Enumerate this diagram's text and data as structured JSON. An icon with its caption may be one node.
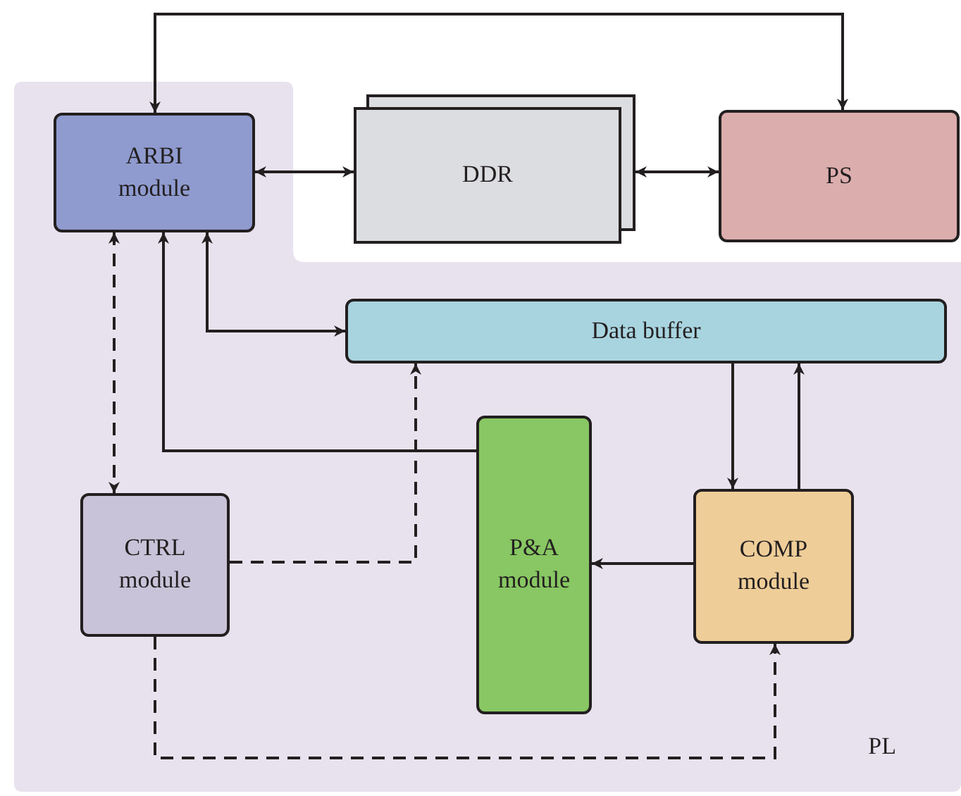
{
  "diagram": {
    "nodes": [
      {
        "text": [
          "PL"
        ]
      },
      {
        "text": [
          "ARBI module"
        ],
        "in": 0
      },
      {
        "text": [
          "DDR"
        ]
      },
      {
        "text": [
          "PS"
        ]
      },
      {
        "text": [
          "Data buffer"
        ],
        "in": 0
      },
      {
        "text": [
          "CTRL module"
        ],
        "in": 0
      },
      {
        "text": [
          "P&A module"
        ],
        "in": 0
      },
      {
        "text": [
          "COMP module"
        ],
        "in": 0
      }
    ],
    "edges": [
      {
        "from": 1,
        "to": 3,
        "arrow": "both"
      },
      {
        "from": 1,
        "to": 2,
        "arrow": "both"
      },
      {
        "from": 2,
        "to": 3,
        "arrow": "both"
      },
      {
        "from": 1,
        "to": 4,
        "arrow": "both"
      },
      {
        "from": 1,
        "to": 5,
        "arrow": "both",
        "style": "dashed"
      },
      {
        "from": 6,
        "to": 1,
        "arrow": "to"
      },
      {
        "from": 5,
        "to": 4,
        "arrow": "to",
        "style": "dashed"
      },
      {
        "from": 4,
        "to": 7,
        "arrow": "to"
      },
      {
        "from": 7,
        "to": 4,
        "arrow": "to"
      },
      {
        "from": 7,
        "to": 6,
        "arrow": "to"
      },
      {
        "from": 5,
        "to": 7,
        "arrow": "to",
        "style": "dashed"
      }
    ]
  }
}
